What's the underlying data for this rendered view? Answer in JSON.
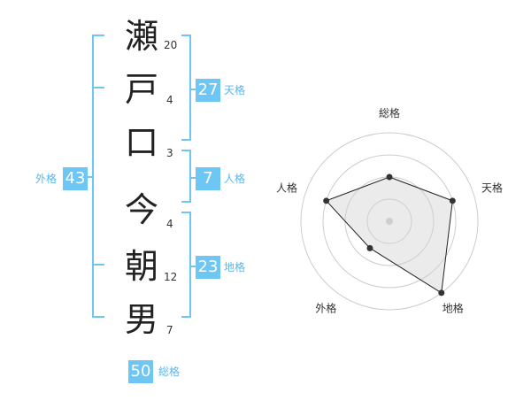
{
  "name_chars": [
    {
      "char": "瀬",
      "strokes": "20"
    },
    {
      "char": "戸",
      "strokes": "4"
    },
    {
      "char": "口",
      "strokes": "3"
    },
    {
      "char": "今",
      "strokes": "4"
    },
    {
      "char": "朝",
      "strokes": "12"
    },
    {
      "char": "男",
      "strokes": "7"
    }
  ],
  "scores": {
    "tenkaku": {
      "value": "27",
      "label": "天格"
    },
    "jinkaku": {
      "value": "7",
      "label": "人格"
    },
    "chikaku": {
      "value": "23",
      "label": "地格"
    },
    "gaikaku": {
      "value": "43",
      "label": "外格"
    },
    "soukaku": {
      "value": "50",
      "label": "総格"
    }
  },
  "colors": {
    "bracket": "#6ec6f5",
    "badge": "#6ec6f5",
    "label": "#55b7ee"
  },
  "chart_data": {
    "type": "radar",
    "axes": [
      "総格",
      "天格",
      "地格",
      "外格",
      "人格"
    ],
    "max": 4,
    "values": [
      2,
      3,
      4,
      1.5,
      3
    ]
  }
}
